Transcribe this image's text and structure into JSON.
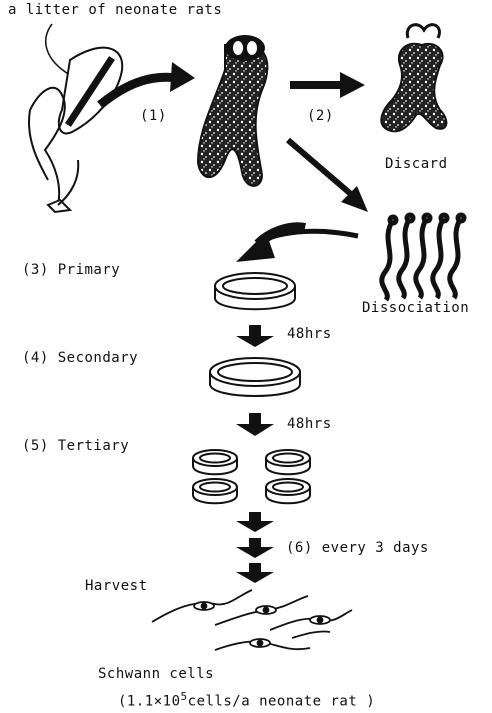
{
  "labels": {
    "source": "a litter of neonate rats",
    "step1": "(1)",
    "step2": "(2)",
    "discard": "Discard",
    "dissociation": "Dissociation",
    "primary": "(3) Primary",
    "secondary": "(4) Secondary",
    "tertiary": "(5) Tertiary",
    "hrs_a": "48hrs",
    "hrs_b": "48hrs",
    "every3days": "(6) every 3 days",
    "harvest": "Harvest",
    "schwann": "Schwann cells",
    "yield_prefix": "(1.1×10",
    "yield_exp": "5",
    "yield_suffix": "cells/a neonate rat )"
  },
  "colors": {
    "ink": "#111111",
    "paper": "#ffffff"
  }
}
